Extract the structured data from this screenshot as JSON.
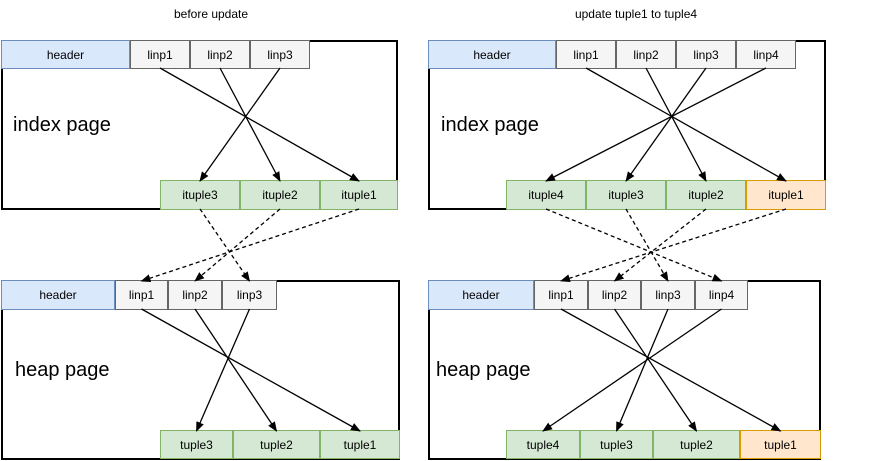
{
  "diagram": {
    "left": {
      "title": "before update",
      "index_page": {
        "label": "index page",
        "header_label": "header",
        "linp_labels": [
          "linp1",
          "linp2",
          "linp3"
        ],
        "ituple_labels": [
          "ituple3",
          "ituple2",
          "ituple1"
        ]
      },
      "heap_page": {
        "label": "heap page",
        "header_label": "header",
        "linp_labels": [
          "linp1",
          "linp2",
          "linp3"
        ],
        "tuple_labels": [
          "tuple3",
          "tuple2",
          "tuple1"
        ]
      }
    },
    "right": {
      "title": "update tuple1 to tuple4",
      "index_page": {
        "label": "index page",
        "header_label": "header",
        "linp_labels": [
          "linp1",
          "linp2",
          "linp3",
          "linp4"
        ],
        "ituple_labels": [
          "ituple4",
          "ituple3",
          "ituple2",
          "ituple1"
        ],
        "highlighted_cells": [
          "ituple1"
        ]
      },
      "heap_page": {
        "label": "heap page",
        "header_label": "header",
        "linp_labels": [
          "linp1",
          "linp2",
          "linp3",
          "linp4"
        ],
        "tuple_labels": [
          "tuple4",
          "tuple3",
          "tuple2",
          "tuple1"
        ],
        "highlighted_cells": [
          "tuple1"
        ]
      }
    }
  },
  "connections": [
    {
      "from": "before-index-linp1-cell",
      "to": "before-index-ituple1-cell",
      "style": "solid"
    },
    {
      "from": "before-index-linp2-cell",
      "to": "before-index-ituple2-cell",
      "style": "solid"
    },
    {
      "from": "before-index-linp3-cell",
      "to": "before-index-ituple3-cell",
      "style": "solid"
    },
    {
      "from": "before-index-ituple1-cell",
      "to": "before-heap-linp1-cell",
      "style": "dashed"
    },
    {
      "from": "before-index-ituple2-cell",
      "to": "before-heap-linp2-cell",
      "style": "dashed"
    },
    {
      "from": "before-index-ituple3-cell",
      "to": "before-heap-linp3-cell",
      "style": "dashed"
    },
    {
      "from": "before-heap-linp1-cell",
      "to": "before-heap-tuple1-cell",
      "style": "solid"
    },
    {
      "from": "before-heap-linp2-cell",
      "to": "before-heap-tuple2-cell",
      "style": "solid"
    },
    {
      "from": "before-heap-linp3-cell",
      "to": "before-heap-tuple3-cell",
      "style": "solid"
    },
    {
      "from": "after-index-linp1-cell",
      "to": "after-index-ituple1-cell",
      "style": "solid"
    },
    {
      "from": "after-index-linp2-cell",
      "to": "after-index-ituple2-cell",
      "style": "solid"
    },
    {
      "from": "after-index-linp3-cell",
      "to": "after-index-ituple3-cell",
      "style": "solid"
    },
    {
      "from": "after-index-linp4-cell",
      "to": "after-index-ituple4-cell",
      "style": "solid"
    },
    {
      "from": "after-index-ituple1-cell",
      "to": "after-heap-linp1-cell",
      "style": "dashed"
    },
    {
      "from": "after-index-ituple2-cell",
      "to": "after-heap-linp2-cell",
      "style": "dashed"
    },
    {
      "from": "after-index-ituple3-cell",
      "to": "after-heap-linp3-cell",
      "style": "dashed"
    },
    {
      "from": "after-index-ituple4-cell",
      "to": "after-heap-linp4-cell",
      "style": "dashed"
    },
    {
      "from": "after-heap-linp1-cell",
      "to": "after-heap-tuple1-cell",
      "style": "solid"
    },
    {
      "from": "after-heap-linp2-cell",
      "to": "after-heap-tuple2-cell",
      "style": "solid"
    },
    {
      "from": "after-heap-linp3-cell",
      "to": "after-heap-tuple3-cell",
      "style": "solid"
    },
    {
      "from": "after-heap-linp4-cell",
      "to": "after-heap-tuple4-cell",
      "style": "solid"
    }
  ],
  "colors": {
    "header_fill": "#dae8fc",
    "header_border": "#6c8ebf",
    "linp_fill": "#f5f5f5",
    "linp_border": "#666666",
    "tuple_fill": "#d5e8d4",
    "tuple_border": "#82b366",
    "old_tuple_fill": "#ffe6cc",
    "old_tuple_border": "#d79b00",
    "box_border": "#000000",
    "arrow": "#000000",
    "text": "#000000"
  }
}
